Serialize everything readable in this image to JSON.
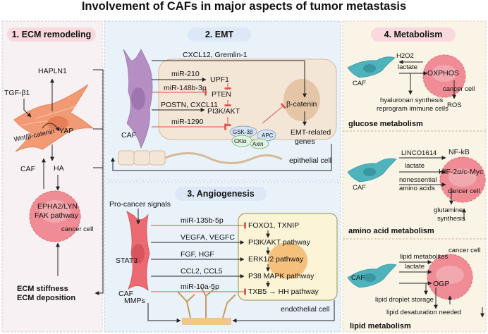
{
  "title": "Involvement of CAFs in major aspects of tumor metastasis",
  "colors": {
    "panel1_bg": "#f8f1f3",
    "panel2_bg": "#e9f1f9",
    "panel3_bg": "#e9f1f9",
    "panel4_bg": "#faf4e6",
    "pill_pink": "#f9d9de",
    "pill_blue": "#dce8f5",
    "caf_orange": "#f29a74",
    "caf_purple": "#b58fc4",
    "caf_red": "#ec6b73",
    "caf_teal": "#4fb3be",
    "cancer_pink": "#ef8c95",
    "inhibit_red": "#d9534f"
  },
  "panel1": {
    "title": "1. ECM remodeling",
    "hapln1": "HAPLN1",
    "tgfb1": "TGF-β1",
    "yap": "YAP",
    "wnt": "Wnt/β-catenin",
    "caf": "CAF",
    "ha": "HA",
    "pathway_line1": "EPHA2/LYN",
    "pathway_line2": "FAK pathway",
    "cancer_cell": "cancer cell",
    "outcome_line1": "ECM stiffness",
    "outcome_line2": "ECM deposition"
  },
  "panel2": {
    "title": "2. EMT",
    "cxcl12": "CXCL12, Gremlin-1",
    "mir210": "miR-210",
    "upf1": "UPF1",
    "mir148": "miR-148b-3p",
    "pten": "PTEN",
    "postn": "POSTN, CXCL11",
    "pi3k": "PI3K/AKT",
    "mir1290": "miR-1290",
    "beta_catenin": "β-catenin",
    "gsk3b": "GSK-3β",
    "apc": "APC",
    "cka": "CKlα",
    "axin": "Axin",
    "emt_line1": "EMT-related",
    "emt_line2": "genes",
    "caf": "CAF",
    "epithelial": "epithelial cell"
  },
  "panel3": {
    "title": "3. Angiogenesis",
    "pro_cancer": "Pro-cancer signals",
    "stat3": "STAT3",
    "caf": "CAF",
    "mmps": "MMPs",
    "rows": [
      {
        "signal": "miR-135b-5p",
        "target": "FOXO1, TXNIP"
      },
      {
        "signal": "VEGFA, VEGFC",
        "target": "PI3K/AKT pathway"
      },
      {
        "signal": "FGF, HGF",
        "target": "ERK1/2 pathway"
      },
      {
        "signal": "CCL2, CCL5",
        "target": "P38 MAPK pathway"
      },
      {
        "signal": "miR-10a-5p",
        "target": "TXB5 → HH pathway"
      }
    ],
    "endothelial": "endothelial cell"
  },
  "panel4": {
    "title": "4. Metabolism",
    "glucose": {
      "h2o2": "H2O2",
      "lactate": "lactate",
      "oxphos": "OXPHOS",
      "caf": "CAF",
      "cancer_cell": "cancer cell",
      "hyaluronan": "hyaluronan synthesis",
      "reprogram": "reprogram immune cells",
      "ros": "ROS",
      "label": "glucose metabolism"
    },
    "amino": {
      "linc": "LINCO1614",
      "nfkb": "NF-kB",
      "lactate": "lactate",
      "hif": "HIF-2α/c-Myc",
      "nonessential_line1": "nonessential",
      "nonessential_line2": "amino acids",
      "caf": "CAF",
      "cancer_cell": "cancer cell",
      "glutamine_line1": "glutamine",
      "glutamine_line2": "synthesis",
      "label": "amino acid metabolism"
    },
    "lipid": {
      "metabolites": "lipid metabolites",
      "cancer_cell": "cancer cell",
      "lactate": "lactate",
      "caf": "CAF",
      "ogp": "OGP",
      "storage": "lipid droplet storage",
      "desaturation": "lipid desaturation needed",
      "label": "lipid metabolism"
    }
  }
}
